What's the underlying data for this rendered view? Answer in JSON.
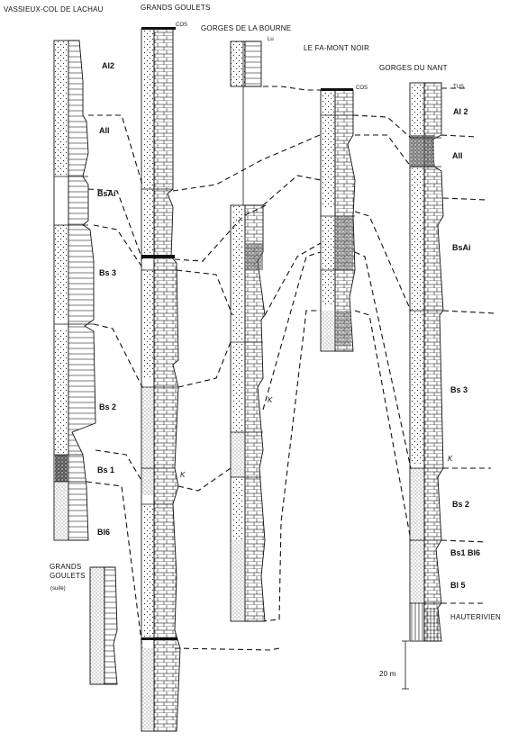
{
  "figure": {
    "sections": [
      {
        "id": "vassieux",
        "title": "VASSIEUX-COL DE LACHAU"
      },
      {
        "id": "grands-goulets",
        "title": "GRANDS GOULETS",
        "top_label": "COS"
      },
      {
        "id": "gorges-bourne",
        "title": "GORGES DE LA BOURNE",
        "top_label": "Lu"
      },
      {
        "id": "fa-mont-noir",
        "title": "LE FA-MONT NOIR",
        "top_label": "COS"
      },
      {
        "id": "gorges-nant",
        "title": "GORGES DU NANT",
        "top_label": "TUS"
      }
    ],
    "continuation": {
      "line1": "GRANDS",
      "line2": "GOULETS",
      "line3": "(suite)"
    },
    "units_left": [
      "Al2",
      "All",
      "BsAi",
      "Bs 3",
      "Bs 2",
      "Bs 1",
      "Bl6"
    ],
    "units_right": [
      "Al 2",
      "All",
      "BsAi",
      "Bs 3",
      "Bs 2",
      "Bs1 Bl6",
      "Bl 5",
      "HAUTERIVIEN"
    ],
    "k_marker": "K",
    "scale_label": "20 m",
    "colors": {
      "ink": "#111111",
      "paper": "#ffffff"
    }
  }
}
